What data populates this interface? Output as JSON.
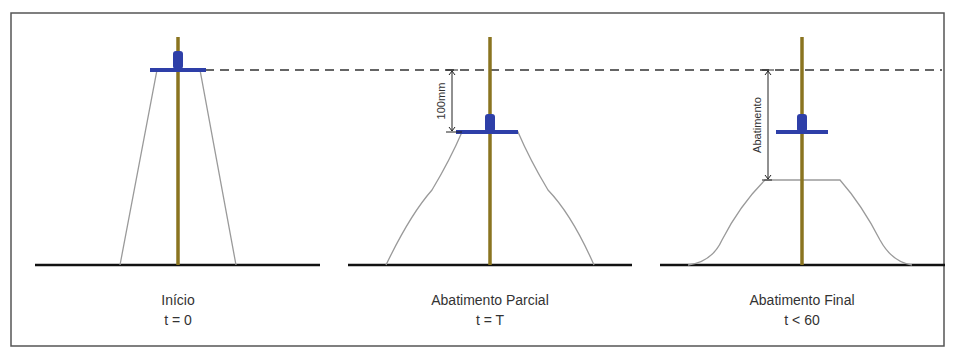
{
  "diagram": {
    "labels": [
      "100mm",
      "Abatimento",
      "Início",
      "t = 0",
      "Abatimento Parcial",
      "t = T",
      "Abatimento Final",
      "t < 60"
    ]
  }
}
